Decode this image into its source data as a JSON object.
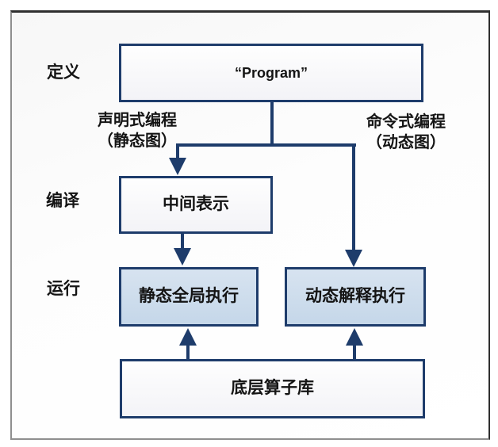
{
  "colors": {
    "frame_border_dark": "#2f2f2f",
    "frame_border_light": "#8f8f8f",
    "node_border": "#1e3c6b",
    "connector": "#1e3c6b",
    "node_fill_white_top": "#fefefe",
    "node_fill_white_bottom": "#f3f3f7",
    "node_fill_blue_top": "#d7e3f0",
    "node_fill_blue_bottom": "#c5d7e9",
    "text": "#141414"
  },
  "row_labels": [
    {
      "id": "define",
      "label": "定义"
    },
    {
      "id": "compile",
      "label": "编译"
    },
    {
      "id": "run",
      "label": "运行"
    }
  ],
  "nodes": {
    "program": {
      "label": "“Program”"
    },
    "intermediate_representation": {
      "label": "中间表示"
    },
    "static_execution": {
      "label": "静态全局执行"
    },
    "dynamic_execution": {
      "label": "动态解释执行"
    },
    "operator_library": {
      "label": "底层算子库"
    }
  },
  "edge_labels": {
    "declarative": {
      "line1": "声明式编程",
      "line2": "（静态图）"
    },
    "imperative": {
      "line1": "命令式编程",
      "line2": "（动态图）"
    }
  }
}
